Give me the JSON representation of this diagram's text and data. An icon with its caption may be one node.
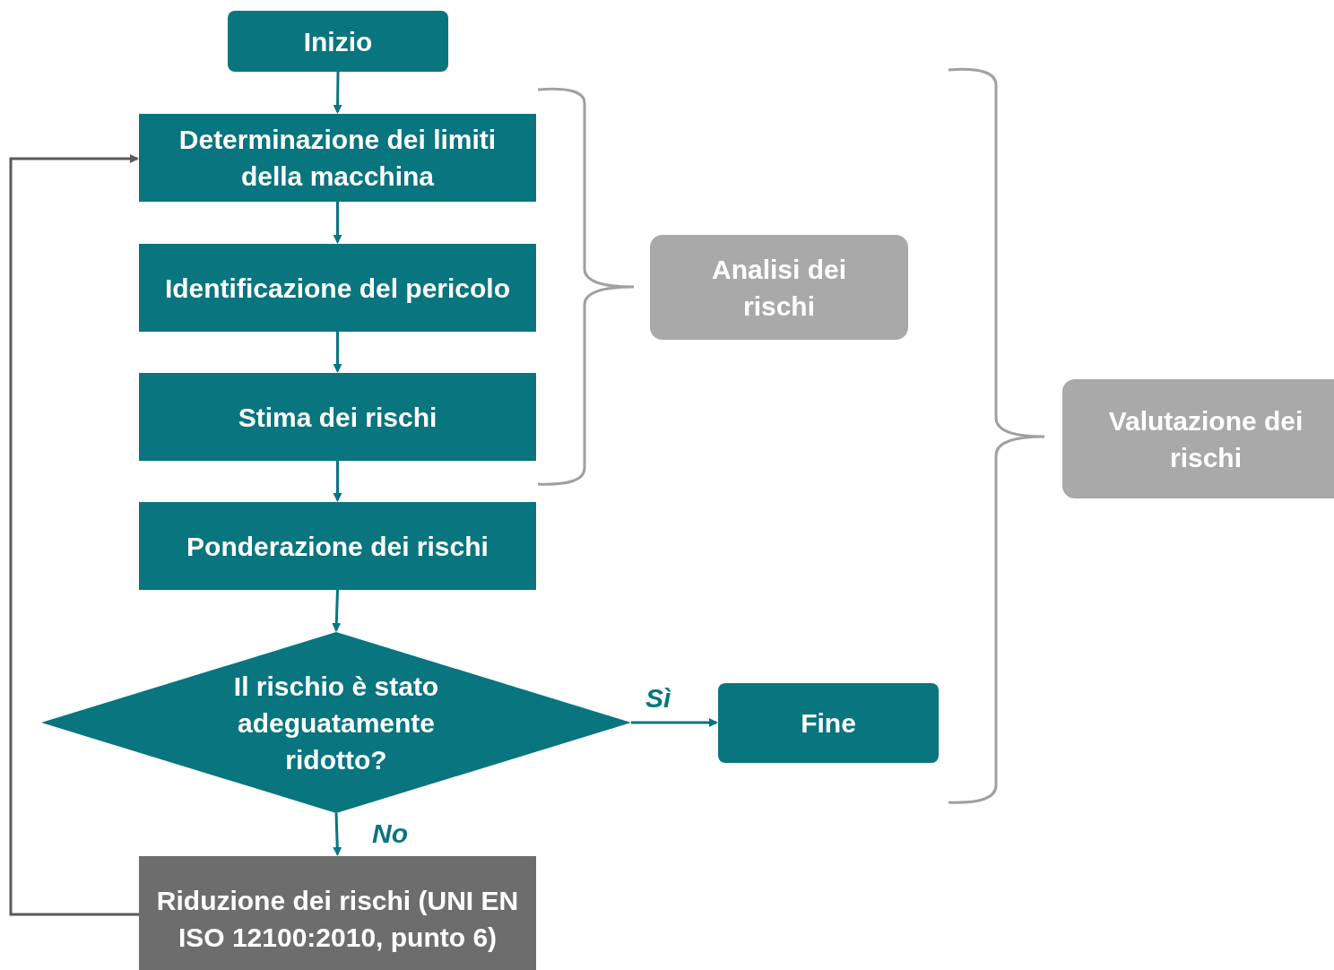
{
  "diagram": {
    "nodes": [
      {
        "text": [
          "Inizio"
        ]
      },
      {
        "text": [
          "Determinazione dei limiti della macchina"
        ]
      },
      {
        "text": [
          "Identificazione del pericolo"
        ]
      },
      {
        "text": [
          "Stima dei rischi"
        ]
      },
      {
        "text": [
          "Ponderazione dei rischi"
        ]
      },
      {
        "text": [
          "Il rischio è stato adeguatamente ridotto?"
        ]
      },
      {
        "text": [
          "Fine"
        ]
      },
      {
        "text": [
          "Riduzione dei rischi (UNI EN ISO 12100:2010, punto 6)"
        ]
      },
      {
        "text": [
          "Analisi dei rischi"
        ]
      },
      {
        "text": [
          "Valutazione dei rischi"
        ]
      }
    ],
    "edges": [
      {
        "from": 0,
        "to": 1,
        "arrow": "to"
      },
      {
        "from": 1,
        "to": 2,
        "arrow": "to"
      },
      {
        "from": 2,
        "to": 3,
        "arrow": "to"
      },
      {
        "from": 3,
        "to": 4,
        "arrow": "to"
      },
      {
        "from": 4,
        "to": 5,
        "arrow": "to"
      },
      {
        "from": 5,
        "to": 6,
        "arrow": "to",
        "label": "Sì"
      },
      {
        "from": 5,
        "to": 7,
        "arrow": "to",
        "label": "No"
      },
      {
        "from": 7,
        "to": 1,
        "arrow": "to",
        "color": "#5a5a5a"
      }
    ]
  }
}
